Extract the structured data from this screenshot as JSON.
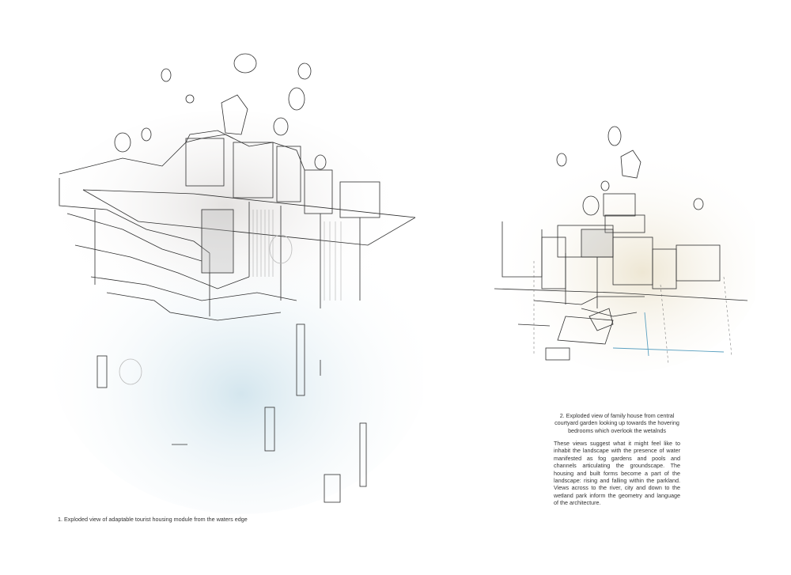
{
  "captions": {
    "figure1": "1. Exploded view of adaptable tourist housing module from the waters edge",
    "figure2": "2. Exploded view of family house from central courtyard garden looking up towards the hovering bedrooms which overlook the wetalnds",
    "description": "These views suggest what it might feel like to inhabit the landscape with the presence of water manifested as fog gardens and pools and channels articulating the groundscape. The housing and built forms become a part of the landscape: rising and falling within the parkland. Views across to the river, city and down to the wetland park inform the geometry and language of the architecture."
  },
  "colors": {
    "background": "#ffffff",
    "ink": "#2f2f2f",
    "water_wash": "#d7e7ee",
    "warm_wash": "#ece4cf"
  }
}
